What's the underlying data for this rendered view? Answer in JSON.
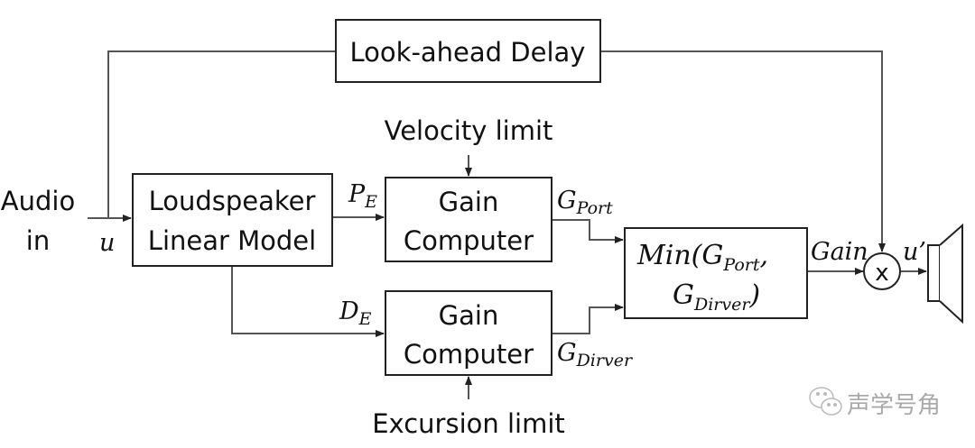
{
  "diagram": {
    "title": "Loudspeaker protection limiter block diagram",
    "blocks": {
      "delay": "Look-ahead Delay",
      "model_line1": "Loudspeaker",
      "model_line2": "Linear Model",
      "gain1_line1": "Gain",
      "gain1_line2": "Computer",
      "gain2_line1": "Gain",
      "gain2_line2": "Computer",
      "min_line1": "Min(G",
      "min_line1_sub": "Port",
      "min_line1_end": ",",
      "min_line2": "G",
      "min_line2_sub": "Dirver",
      "min_line2_end": ")",
      "multiplier": "x"
    },
    "labels": {
      "input_line1": "Audio",
      "input_line2": "in",
      "u": "u",
      "pe": "P",
      "pe_sub": "E",
      "de": "D",
      "de_sub": "E",
      "gport": "G",
      "gport_sub": "Port",
      "gdriver": "G",
      "gdriver_sub": "Dirver",
      "gain": "Gain",
      "u_prime": "u’",
      "velocity_limit": "Velocity limit",
      "excursion_limit": "Excursion limit"
    },
    "watermark": "声学号角"
  }
}
